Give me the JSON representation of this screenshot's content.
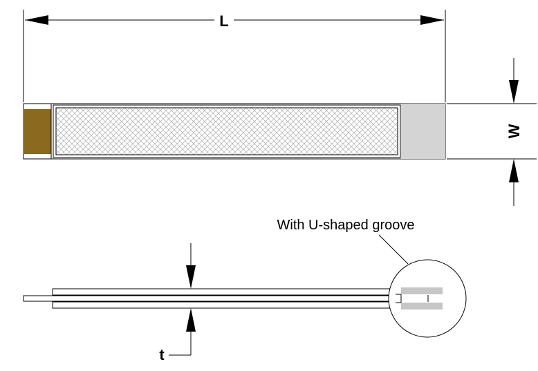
{
  "labels": {
    "length": "L",
    "width": "W",
    "thickness": "t",
    "callout": "With U-shaped groove"
  },
  "colors": {
    "terminal": "#8a6a1e",
    "end_cap": "#d4d4d4",
    "groove": "#c6c6c6",
    "hatch": "#9a9a9a",
    "line": "#000000"
  }
}
